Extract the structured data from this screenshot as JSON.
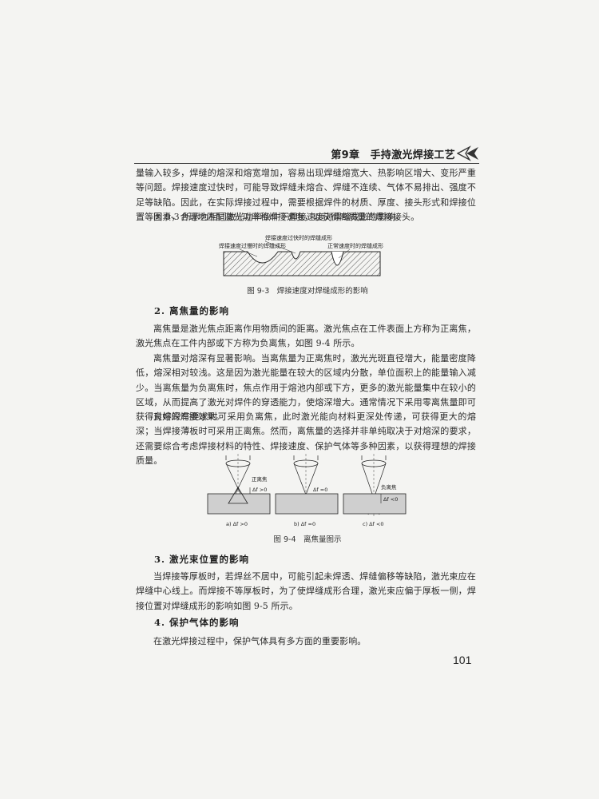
{
  "header": {
    "chapter_title": "第9章　手持激光焊接工艺"
  },
  "paragraphs": {
    "p1": "量输入较多，焊缝的熔深和熔宽增加，容易出现焊缝熔宽大、热影响区增大、变形严重等问题。焊接速度过快时，可能导致焊缝未熔合、焊缝不连续、气体不易排出、强度不足等缺陷。因此，在实际焊接过程中，需要根据焊件的材质、厚度、接头形式和焊接位置等因素，合理地匹配激光功率和焊接速度，以获得高质量的焊接接头。",
    "p2": "图 9-3 所示为相同激光功率条件下焊接速度对焊缝成形的影响。",
    "p3": "离焦量是激光焦点距离作用物质间的距离。激光焦点在工件表面上方称为正离焦，激光焦点在工件内部或下方称为负离焦，如图 9-4 所示。",
    "p4": "离焦量对熔深有显著影响。当离焦量为正离焦时，激光光斑直径增大，能量密度降低，熔深相对较浅。这是因为激光能量在较大的区域内分散，单位面积上的能量输入减少。当离焦量为负离焦时，焦点作用于熔池内部或下方，更多的激光能量集中在较小的区域，从而提高了激光对焊件的穿透能力，使熔深增大。通常情况下采用零离焦量即可获得良好的焊接效果。",
    "p5": "对熔深有要求时可采用负离焦，此时激光能向材料更深处传递，可获得更大的熔深；当焊接薄板时可采用正离焦。然而，离焦量的选择并非单纯取决于对熔深的要求，还需要综合考虑焊接材料的特性、焊接速度、保护气体等多种因素，以获得理想的焊接质量。",
    "p6": "当焊接等厚板时，若焊丝不居中，可能引起未焊透、焊缝偏移等缺陷，激光束应在焊缝中心线上。而焊接不等厚板时，为了使焊缝成形合理，激光束应偏于厚板一侧，焊接位置对焊缝成形的影响如图 9-5 所示。",
    "p7": "在激光焊接过程中，保护气体具有多方面的重要影响。"
  },
  "sections": {
    "s2": "2.  离焦量的影响",
    "s3": "3.  激光束位置的影响",
    "s4": "4.  保护气体的影响"
  },
  "figure_9_3": {
    "label_fast": "焊接速度过快时的焊缝成形",
    "label_slow": "焊接速度过慢时的焊缝成形",
    "label_normal": "正常速度时的焊缝成形",
    "caption": "图 9-3　焊接速度对焊缝成形的影响"
  },
  "figure_9_4": {
    "a_label": "正离焦",
    "a_delta": "Δf >0",
    "a_sub": "a) Δf >0",
    "b_delta": "Δf =0",
    "b_sub": "b) Δf =0",
    "c_label": "负离焦",
    "c_delta": "Δf <0",
    "c_sub": "c) Δf <0",
    "caption": "图 9-4　离焦量图示"
  },
  "page_number": "101"
}
